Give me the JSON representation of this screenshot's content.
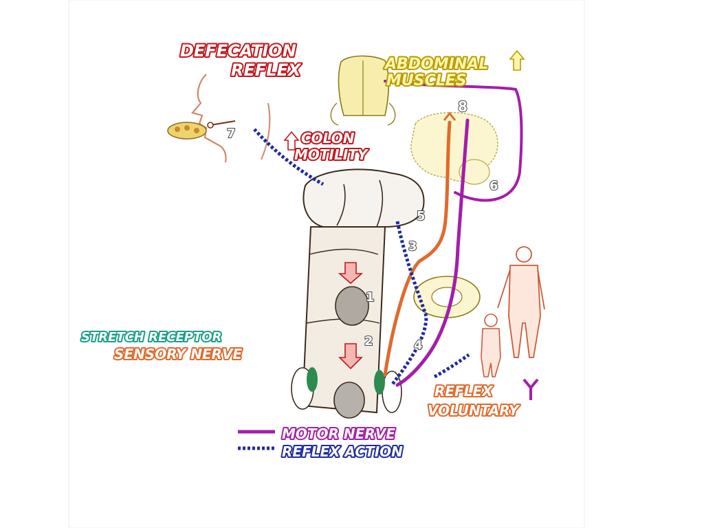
{
  "labels": {
    "defecation_reflex_line1": "DEFECATION",
    "defecation_reflex_line2": "REFLEX",
    "abdominal_muscles_line1": "ABDOMINAL",
    "abdominal_muscles_line2": "MUSCLES",
    "colon_motility_line1": "COLON",
    "colon_motility_line2": "MOTILITY",
    "stretch_receptor": "STRETCH RECEPTOR",
    "sensory_nerve": "SENSORY NERVE",
    "reflex": "REFLEX",
    "voluntary": "VOLUNTARY",
    "motor_nerve": "MOTOR NERVE",
    "reflex_action": "REFLEX ACTION"
  },
  "numbers": {
    "n1": "1",
    "n2": "2",
    "n3": "3",
    "n4": "4",
    "n5": "5",
    "n6": "6",
    "n7": "7",
    "n8": "8"
  },
  "colors": {
    "sensory": "#e06a2d",
    "motor": "#a41ea8",
    "reflex_action": "#1f2aa0",
    "stretch_receptor": "#16a085",
    "title_red": "#c0161b",
    "abdominal_yellow": "#f2d64b"
  },
  "icons": {
    "up_arrow": "up-arrow-icon"
  }
}
